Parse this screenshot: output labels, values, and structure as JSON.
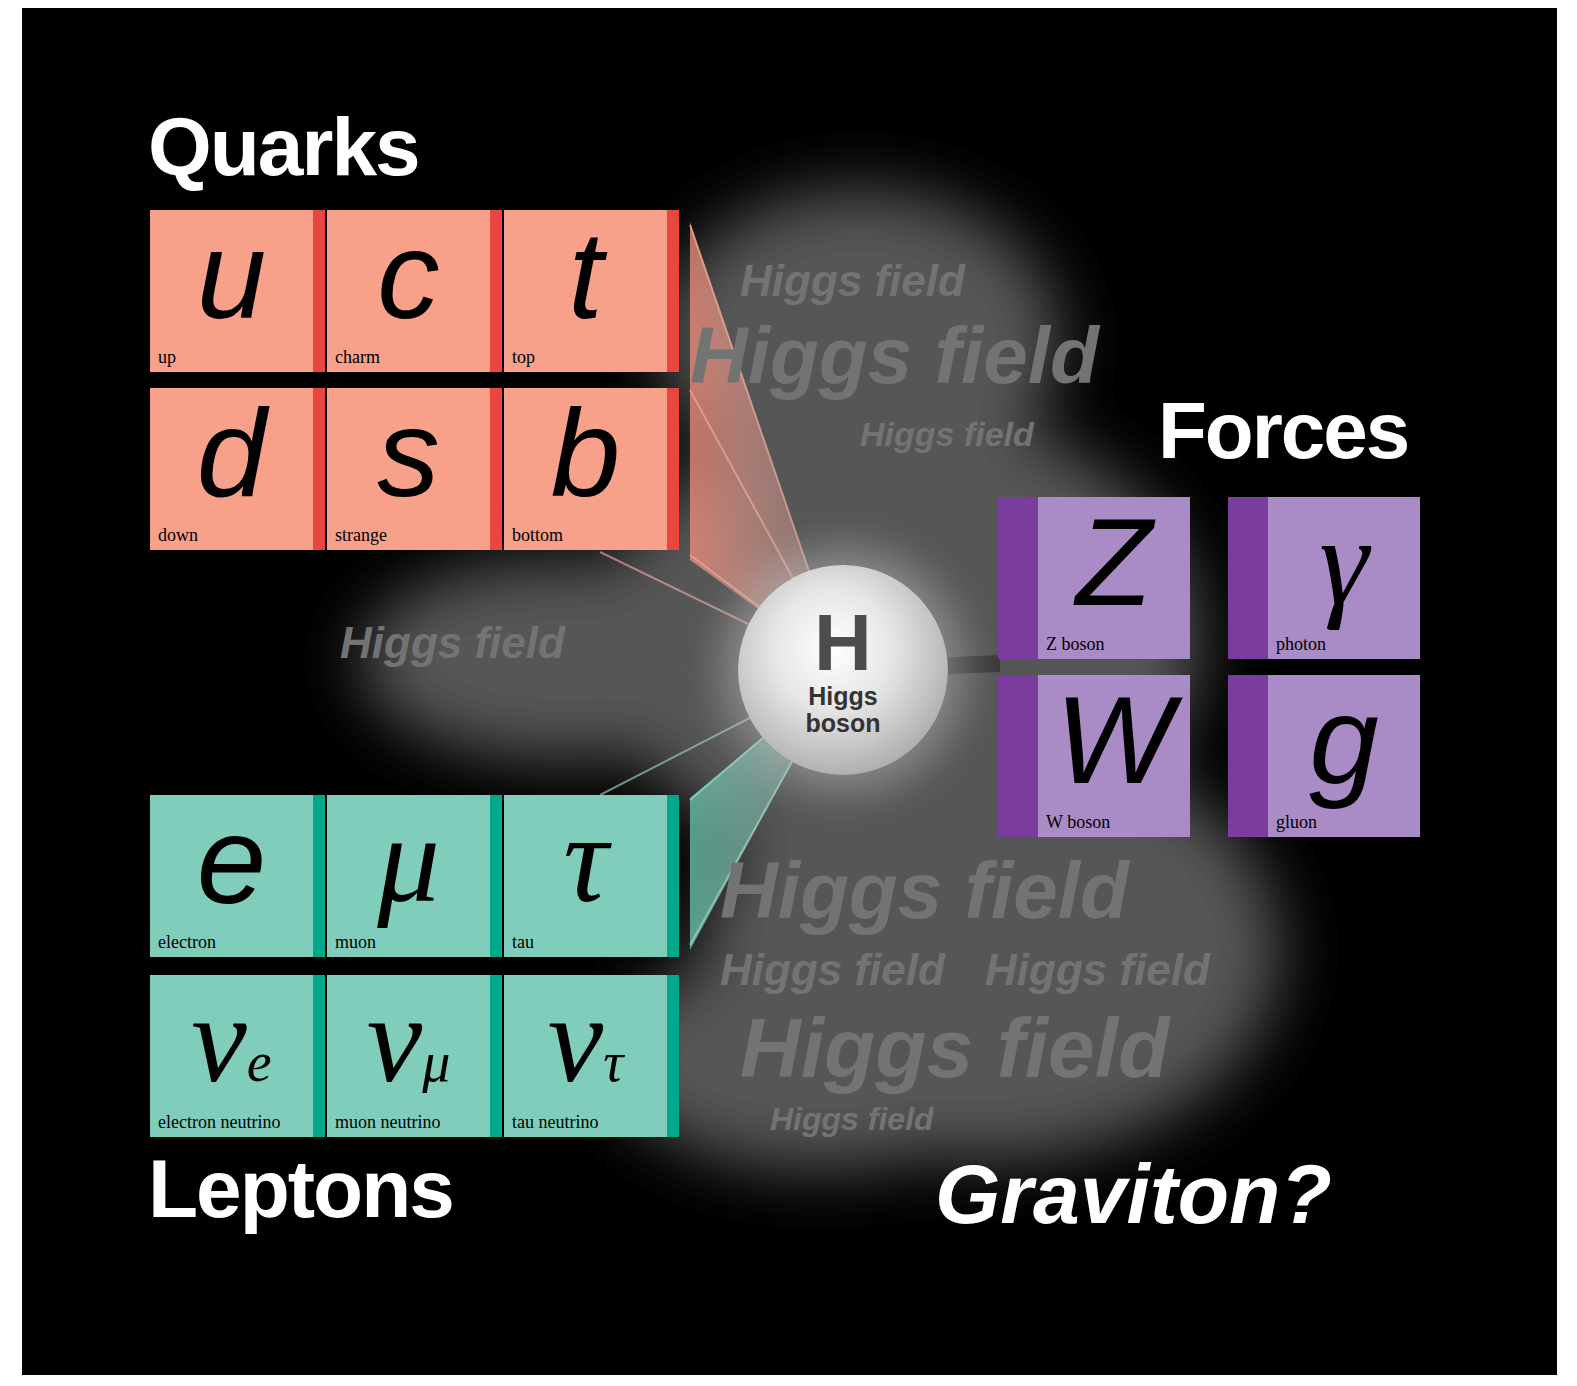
{
  "diagram": {
    "nodes": [
      {
        "text": [
          "u",
          "up"
        ]
      },
      {
        "text": [
          "c",
          "charm"
        ]
      },
      {
        "text": [
          "t",
          "top"
        ]
      },
      {
        "text": [
          "d",
          "down"
        ]
      },
      {
        "text": [
          "s",
          "strange"
        ]
      },
      {
        "text": [
          "b",
          "bottom"
        ]
      },
      {
        "text": [
          "H",
          "Higgs boson"
        ]
      },
      {
        "text": [
          "Z",
          "Z boson"
        ]
      },
      {
        "text": [
          "γ",
          "photon"
        ]
      },
      {
        "text": [
          "W",
          "W boson"
        ]
      },
      {
        "text": [
          "g",
          "gluon"
        ]
      },
      {
        "text": [
          "e",
          "electron"
        ]
      },
      {
        "text": [
          "μ",
          "muon"
        ]
      },
      {
        "text": [
          "τ",
          "tau"
        ]
      },
      {
        "text": [
          "νe",
          "electron neutrino"
        ]
      },
      {
        "text": [
          "νμ",
          "muon neutrino"
        ]
      },
      {
        "text": [
          "ντ",
          "tau neutrino"
        ]
      }
    ],
    "labels": [
      "Quarks",
      "Higgs field",
      "Higgs field",
      "Higgs field",
      "Forces",
      "Higgs field",
      "Higgs field",
      "Higgs field",
      "Higgs field",
      "Higgs field",
      "Higgs field",
      "Leptons",
      "Graviton?"
    ]
  }
}
